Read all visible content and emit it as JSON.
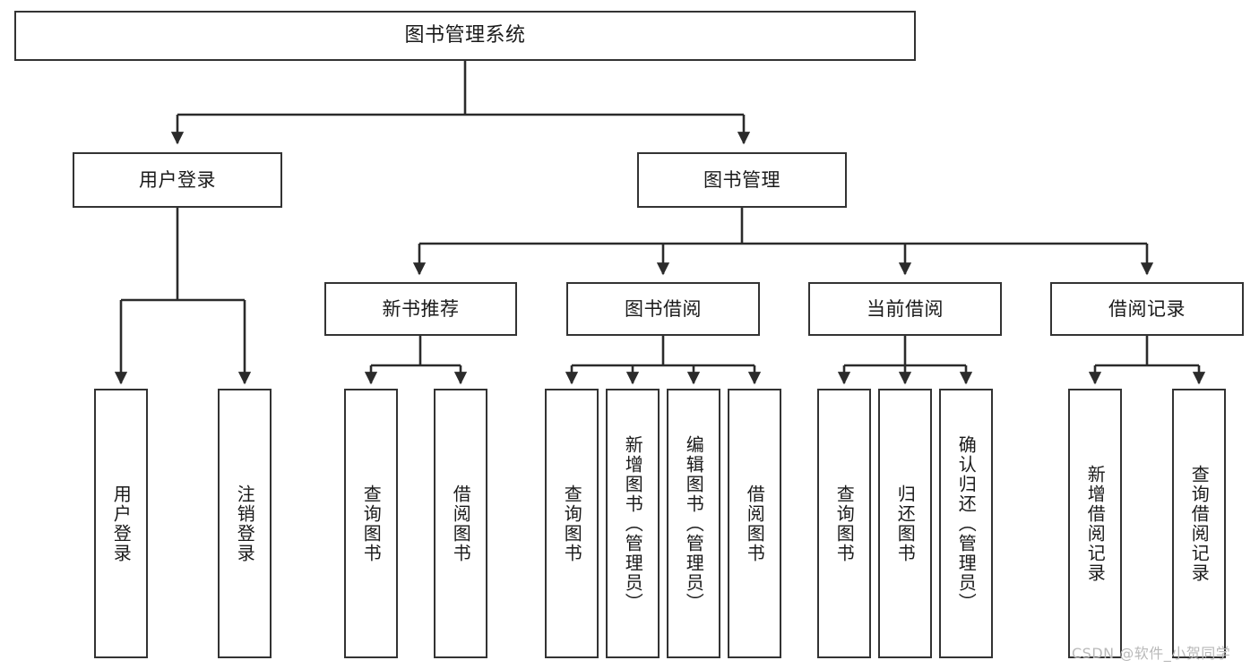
{
  "diagram": {
    "title": "图书管理系统",
    "type": "hierarchy-tree",
    "watermark": "CSDN @软件_小贺同学",
    "colors": {
      "box_border": "#333333",
      "box_fill": "#ffffff",
      "edge": "#2b2b2b",
      "text": "#1a1a1a",
      "watermark": "#b9b9b9"
    },
    "nodes": {
      "root": {
        "label": "图书管理系统"
      },
      "level2": [
        {
          "label": "用户登录"
        },
        {
          "label": "图书管理"
        }
      ],
      "level3": [
        {
          "label": "新书推荐"
        },
        {
          "label": "图书借阅"
        },
        {
          "label": "当前借阅"
        },
        {
          "label": "借阅记录"
        }
      ],
      "leaves": {
        "user_login": [
          {
            "label": "用户登录"
          },
          {
            "label": "注销登录"
          }
        ],
        "new_book_recommend": [
          {
            "label": "查询图书"
          },
          {
            "label": "借阅图书"
          }
        ],
        "book_borrow": [
          {
            "label": "查询图书"
          },
          {
            "label": "新增图书（管理员）"
          },
          {
            "label": "编辑图书（管理员）"
          },
          {
            "label": "借阅图书"
          }
        ],
        "current_borrow": [
          {
            "label": "查询图书"
          },
          {
            "label": "归还图书"
          },
          {
            "label": "确认归还（管理员）"
          }
        ],
        "borrow_record": [
          {
            "label": "新增借阅记录"
          },
          {
            "label": "查询借阅记录"
          }
        ]
      }
    }
  }
}
